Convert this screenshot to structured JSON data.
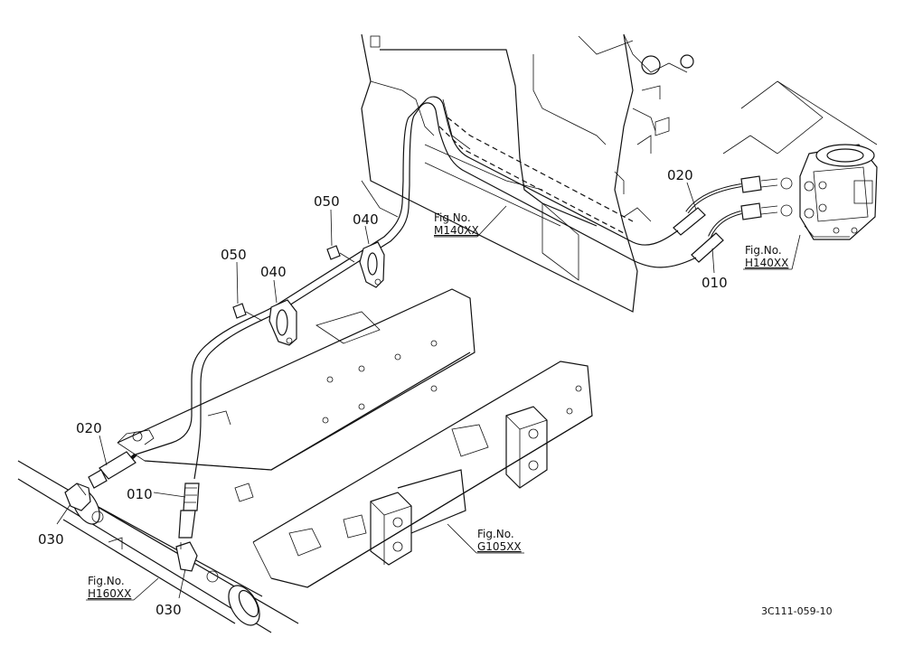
{
  "labels": {
    "p050_a": "050",
    "p050_b": "050",
    "p040_a": "040",
    "p040_b": "040",
    "p020_a": "020",
    "p020_b": "020",
    "p010_a": "010",
    "p010_b": "010",
    "p030_a": "030",
    "p030_b": "030"
  },
  "figure_refs": {
    "m140": {
      "line1": "Fig.No.",
      "line2": "M140XX"
    },
    "h140": {
      "line1": "Fig.No.",
      "line2": "H140XX"
    },
    "g105": {
      "line1": "Fig.No.",
      "line2": "G105XX"
    },
    "h160": {
      "line1": "Fig.No.",
      "line2": "H160XX"
    }
  },
  "drawing_code": "3C111-059-10"
}
